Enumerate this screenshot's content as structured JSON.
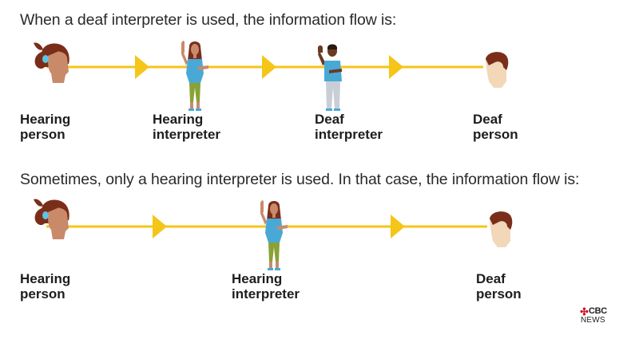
{
  "section1": {
    "heading": "When a deaf interpreter is used, the information flow is:",
    "nodes": [
      {
        "line1": "Hearing",
        "line2": "person"
      },
      {
        "line1": "Hearing",
        "line2": "interpreter"
      },
      {
        "line1": "Deaf",
        "line2": "interpreter"
      },
      {
        "line1": "Deaf",
        "line2": "person"
      }
    ]
  },
  "section2": {
    "heading": "Sometimes, only a hearing interpreter is used. In that case, the information flow is:",
    "nodes": [
      {
        "line1": "Hearing",
        "line2": "person"
      },
      {
        "line1": "Hearing",
        "line2": "interpreter"
      },
      {
        "line1": "Deaf",
        "line2": "person"
      }
    ]
  },
  "logo": {
    "brand": "CBC",
    "sub": "NEWS"
  },
  "colors": {
    "arrow": "#f5c518",
    "hair_brown": "#7a2e1a",
    "skin_tan": "#c98a6a",
    "skin_light": "#f2d7b8",
    "shirt_blue": "#49a9d6",
    "pants_green": "#8aa136",
    "pants_gray": "#c9ced6",
    "skin_dark": "#6b3a22",
    "hair_tie": "#5fc3e4"
  }
}
